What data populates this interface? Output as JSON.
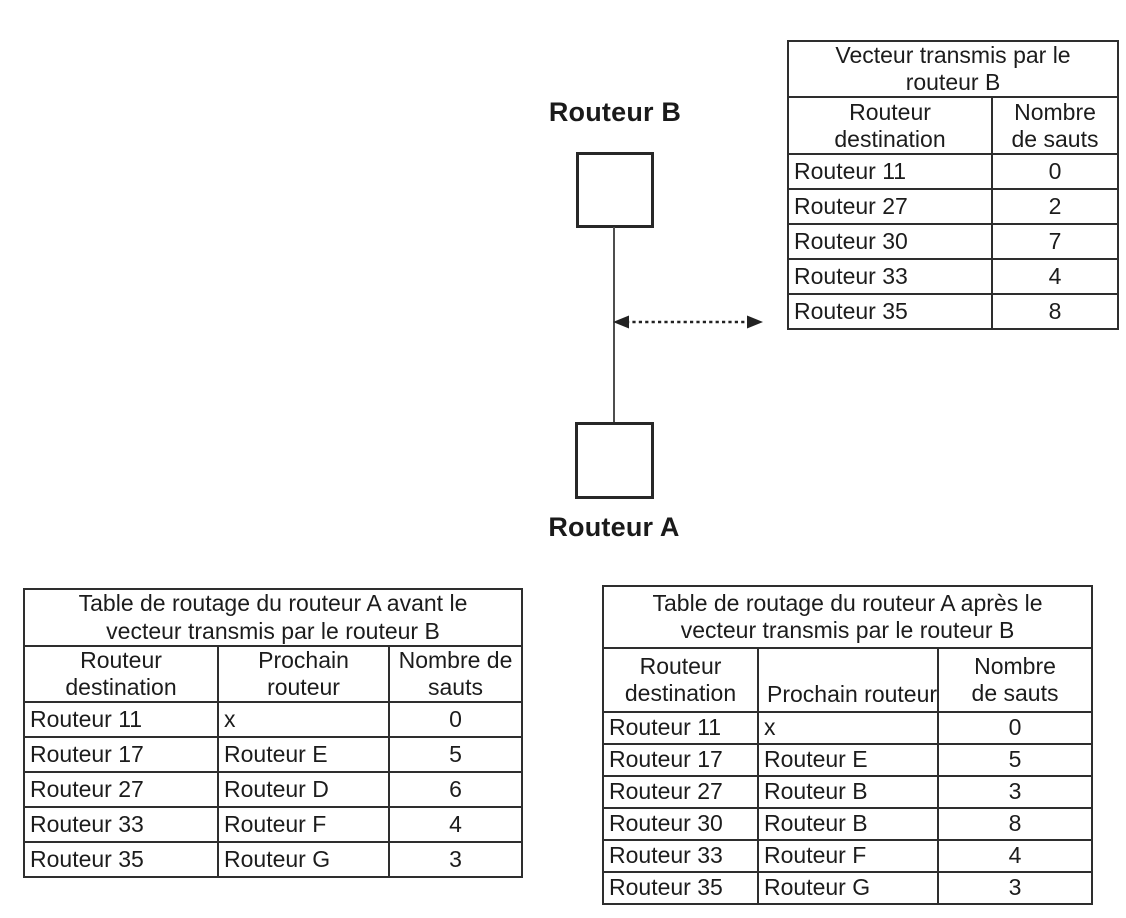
{
  "diagram": {
    "router_b_label": "Routeur B",
    "router_a_label": "Routeur A",
    "arrow": "double-headed-dashed-arrow"
  },
  "tables": {
    "vector": {
      "title": "Vecteur transmis par le\nrouteur B",
      "headers": [
        "Routeur\ndestination",
        "Nombre\nde sauts"
      ],
      "rows": [
        [
          "Routeur 11",
          "0"
        ],
        [
          "Routeur 27",
          "2"
        ],
        [
          "Routeur 30",
          "7"
        ],
        [
          "Routeur 33",
          "4"
        ],
        [
          "Routeur 35",
          "8"
        ]
      ]
    },
    "before": {
      "title": "Table de routage du routeur A avant le\nvecteur transmis par le routeur B",
      "headers": [
        "Routeur\ndestination",
        "Prochain\nrouteur",
        "Nombre de\nsauts"
      ],
      "rows": [
        [
          "Routeur 11",
          "x",
          "0"
        ],
        [
          "Routeur 17",
          "Routeur E",
          "5"
        ],
        [
          "Routeur 27",
          "Routeur D",
          "6"
        ],
        [
          "Routeur 33",
          "Routeur F",
          "4"
        ],
        [
          "Routeur 35",
          "Routeur G",
          "3"
        ]
      ]
    },
    "after": {
      "title": "Table de routage du routeur A après le\nvecteur transmis par le routeur B",
      "headers": [
        "Routeur\ndestination",
        "Prochain routeur",
        "Nombre\nde sauts"
      ],
      "rows": [
        [
          "Routeur 11",
          "x",
          "0"
        ],
        [
          "Routeur 17",
          "Routeur E",
          "5"
        ],
        [
          "Routeur 27",
          "Routeur B",
          "3"
        ],
        [
          "Routeur 30",
          "Routeur B",
          "8"
        ],
        [
          "Routeur 33",
          "Routeur F",
          "4"
        ],
        [
          "Routeur 35",
          "Routeur G",
          "3"
        ]
      ]
    }
  },
  "colors": {
    "line": "#2e2e2e",
    "text": "#1c1c1c",
    "background": "#ffffff"
  }
}
